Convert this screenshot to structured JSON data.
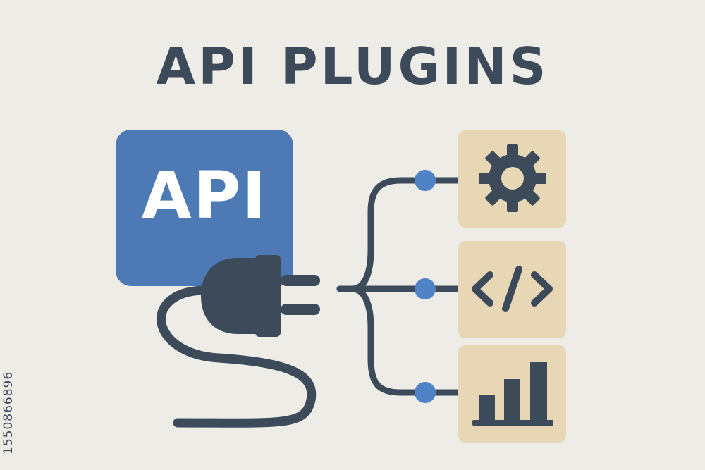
{
  "title": "API PLUGINS",
  "api_label": "API",
  "side_id": "1550866896",
  "colors": {
    "background": "#eeece7",
    "dark": "#3d4a5a",
    "blue": "#4d79b5",
    "node": "#4f83c5",
    "tile": "#e8d7b5",
    "white": "#ffffff"
  },
  "plugins": [
    {
      "icon": "gear-icon"
    },
    {
      "icon": "code-icon"
    },
    {
      "icon": "bar-chart-icon"
    }
  ]
}
